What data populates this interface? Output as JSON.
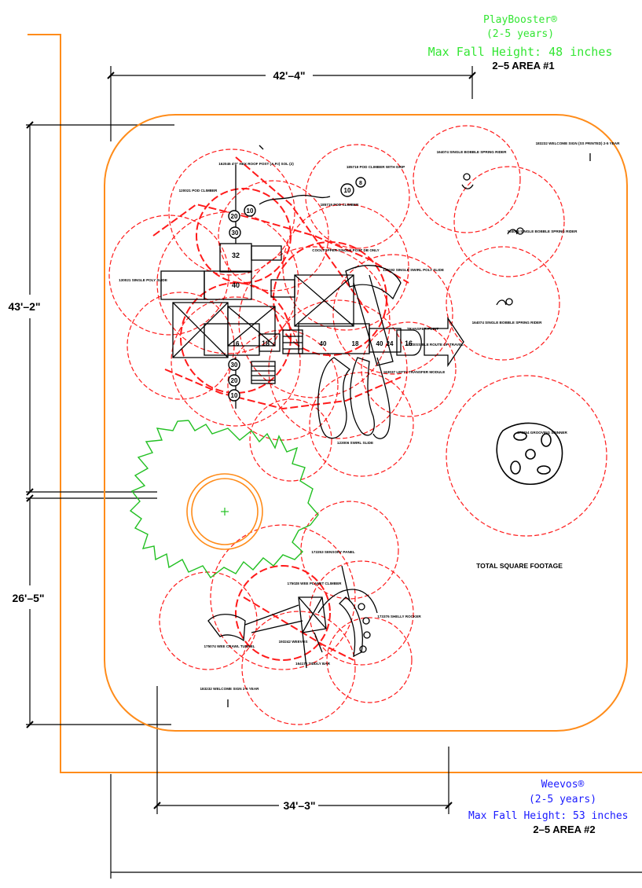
{
  "colors": {
    "area1_header": "#33e633",
    "area2_header": "#1a1aff",
    "boundary": "#ff8c1a",
    "use_zone": "#ff1a1a",
    "tree": "#22c022",
    "ink": "#000000"
  },
  "area1": {
    "brand": "PlayBooster®",
    "ages": "(2-5 years)",
    "fall_height": "Max Fall Height: 48 inches",
    "area_name": "2–5 AREA #1"
  },
  "area2": {
    "brand": "Weevos®",
    "ages": "(2-5 years)",
    "fall_height": "Max Fall Height: 53 inches",
    "area_name": "2–5 AREA #2"
  },
  "dimensions": {
    "top_width": "42'–4\"",
    "left_height_upper": "43'–2\"",
    "left_height_lower": "26'–5\"",
    "bottom_width": "34'–3\""
  },
  "notes": {
    "total_square_footage": "TOTAL SQUARE FOOTAGE"
  },
  "deck_heights": [
    "20",
    "10",
    "30",
    "32",
    "40",
    "18",
    "16",
    "30",
    "20",
    "10",
    "40",
    "24",
    "40",
    "18",
    "16",
    "10",
    "8"
  ],
  "component_labels": [
    "183232 WELCOME SIGN (SS PRINTED) 2-5 YEAR",
    "164074 SINGLE BOBBLE SPRING RIDER",
    "164074 SINGLE BOBBLE SPRING RIDER",
    "164074 SINGLE BOBBLE SPRING RIDER",
    "162045 4'0\" HEX ROOF POST (A.P.I) SOL (2)",
    "185719 POD CLIMBER WITH GRIP",
    "185719 POD CLIMBER",
    "120021 POD CLIMBER",
    "130021 SINGLE POLY SLIDE",
    "COOLTOPPER SINGLE POST DB ONLY",
    "130192 SINGLE SWIRL POLY SLIDE",
    "TRANSFER POINT",
    "ACCESSIBLE ROUTE OF TRAVEL",
    "163037 LEFTY TRANSFER MODULE",
    "123006 SWIRL SLIDE",
    "172254 GROOVING SPINNER",
    "172253 SENSORY PANEL",
    "175028 WEE PLANET CLIMBER",
    "173376 SHELLY ROCKER",
    "175074 WEE CRAWL TUNNEL",
    "164172 TIDDLY BAR",
    "193242 WEEVOS",
    "183232 WELCOME SIGN 2-5 YEAR"
  ]
}
